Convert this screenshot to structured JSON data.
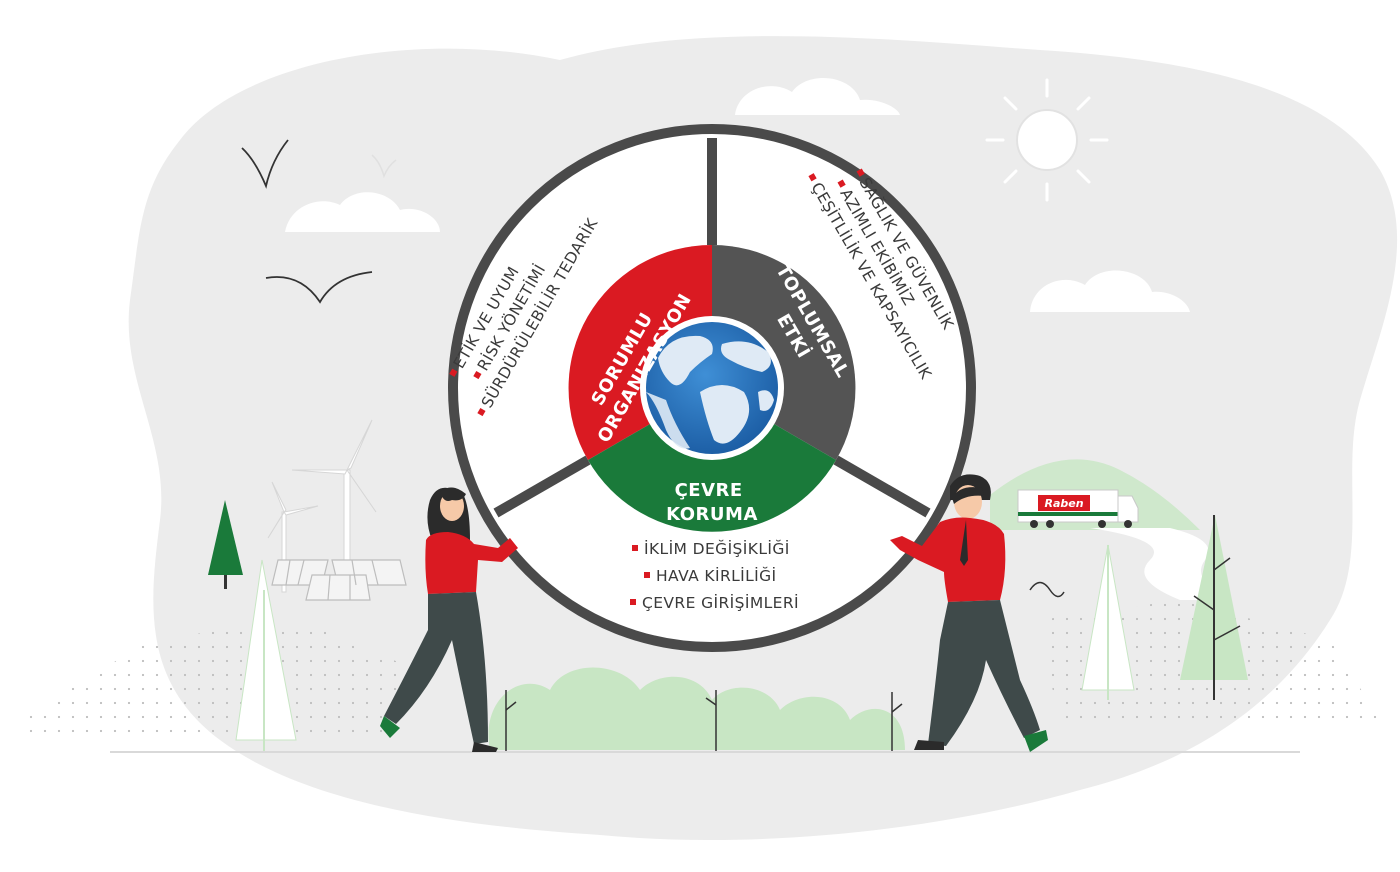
{
  "colors": {
    "red": "#da1a22",
    "dark_gray": "#545454",
    "green": "#1a7a3a",
    "ring": "#4a4a4a",
    "bullet": "#da1a22",
    "background_blob": "#ebebeb",
    "plant_green": "#c8e6c4"
  },
  "diagram": {
    "segments": [
      {
        "id": "sorumlu",
        "title_lines": [
          "SORUMLU",
          "ORGANIZASYON"
        ],
        "color": "red",
        "items": [
          "ETİK VE UYUM",
          "RİSK YÖNETİMİ",
          "SÜRDÜRÜLEBİLİR TEDARİK"
        ]
      },
      {
        "id": "toplumsal",
        "title_lines": [
          "TOPLUMSAL",
          "ETKİ"
        ],
        "color": "dark_gray",
        "items": [
          "SAĞLIK VE GÜVENLİK",
          "AZIMLI EKİBİMİZ",
          "ÇEŞİTLİLİK VE KAPSAYICILIK"
        ]
      },
      {
        "id": "cevre",
        "title_lines": [
          "ÇEVRE",
          "KORUMA"
        ],
        "color": "green",
        "items": [
          "İKLİM DEĞİŞİKLİĞİ",
          "HAVA KİRLİLİĞİ",
          "ÇEVRE GİRİŞİMLERİ"
        ]
      }
    ],
    "center_icon": "globe-icon"
  },
  "scene": {
    "truck_brand": "Raben",
    "icons": [
      "sun-icon",
      "cloud-icon",
      "bird-icon",
      "wind-turbine-icon",
      "solar-panel-icon",
      "tree-icon",
      "bush-icon",
      "person-woman-icon",
      "person-man-icon",
      "truck-icon"
    ]
  }
}
